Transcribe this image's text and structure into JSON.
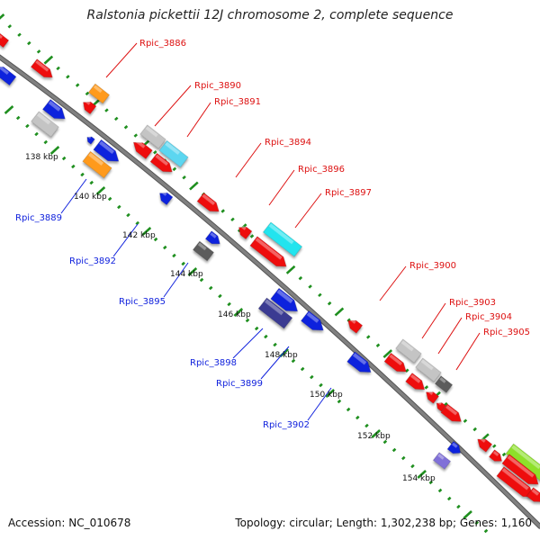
{
  "title": "Ralstonia pickettii 12J chromosome 2, complete sequence",
  "accession_label": "Accession: NC_010678",
  "summary_label": "Topology: circular; Length: 1,302,238 bp; Genes: 1,160",
  "colors": {
    "backbone": "#808080",
    "tick": "#1f8f1f",
    "red": "#ee1111",
    "blue": "#1122dd",
    "orange": "#ff9a1a",
    "cyan": "#22e4ee",
    "light_cyan": "#5cd6f0",
    "grey": "#c4c4c4",
    "dark_grey": "#5c5c5c",
    "navy": "#3b3b92",
    "lavender": "#8070d8",
    "green": "#8ee02a",
    "label_red": "#dd1111",
    "label_blue": "#1122dd"
  },
  "scale_labels": [
    "138 kbp",
    "140 kbp",
    "142 kbp",
    "144 kbp",
    "146 kbp",
    "148 kbp",
    "150 kbp",
    "152 kbp",
    "154 kbp"
  ],
  "top_gene_labels": [
    "Rpic_3886",
    "Rpic_3890",
    "Rpic_3891",
    "Rpic_3894",
    "Rpic_3896",
    "Rpic_3897",
    "Rpic_3900",
    "Rpic_3903",
    "Rpic_3904",
    "Rpic_3905"
  ],
  "bottom_gene_labels": [
    "Rpic_3889",
    "Rpic_3892",
    "Rpic_3895",
    "Rpic_3898",
    "Rpic_3899",
    "Rpic_3902"
  ]
}
